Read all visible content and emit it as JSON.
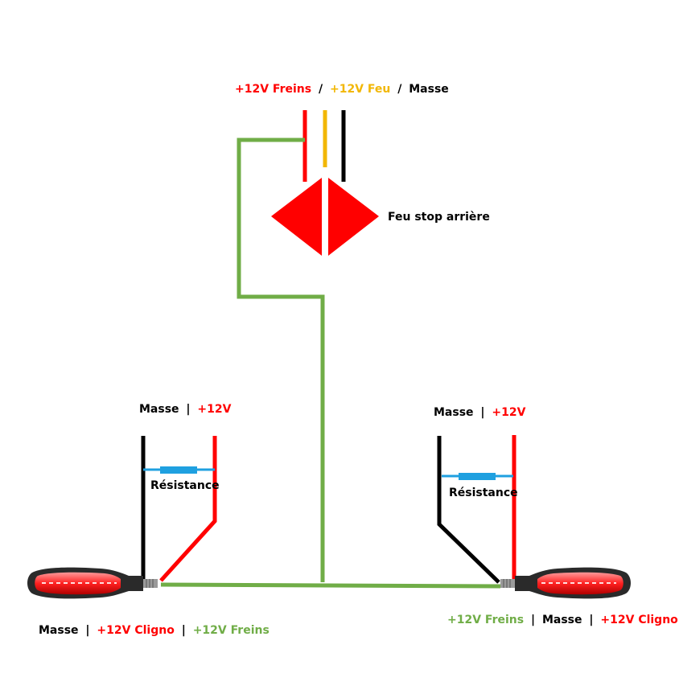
{
  "colors": {
    "red": "#ff0000",
    "yellow": "#f2b705",
    "black": "#000000",
    "green": "#70ad47",
    "blue": "#1fa0e0",
    "darkgrey": "#262626"
  },
  "separators": {
    "slash": "/",
    "pipe": "|"
  },
  "stop_light": {
    "top_label": {
      "brake": "+12V Freins",
      "light": "+12V Feu",
      "ground": "Masse"
    },
    "name": "Feu stop arrière",
    "icon": "diamond-lamp-icon"
  },
  "left_indicator": {
    "top_label": {
      "ground": "Masse",
      "positive": "+12V"
    },
    "resistor_label": "Résistance",
    "bottom_label": {
      "ground": "Masse",
      "blink": "+12V Cligno",
      "brake": "+12V Freins"
    },
    "icon": "turn-signal-icon"
  },
  "right_indicator": {
    "top_label": {
      "ground": "Masse",
      "positive": "+12V"
    },
    "resistor_label": "Résistance",
    "bottom_label": {
      "brake": "+12V Freins",
      "ground": "Masse",
      "blink": "+12V Cligno"
    },
    "icon": "turn-signal-icon"
  }
}
